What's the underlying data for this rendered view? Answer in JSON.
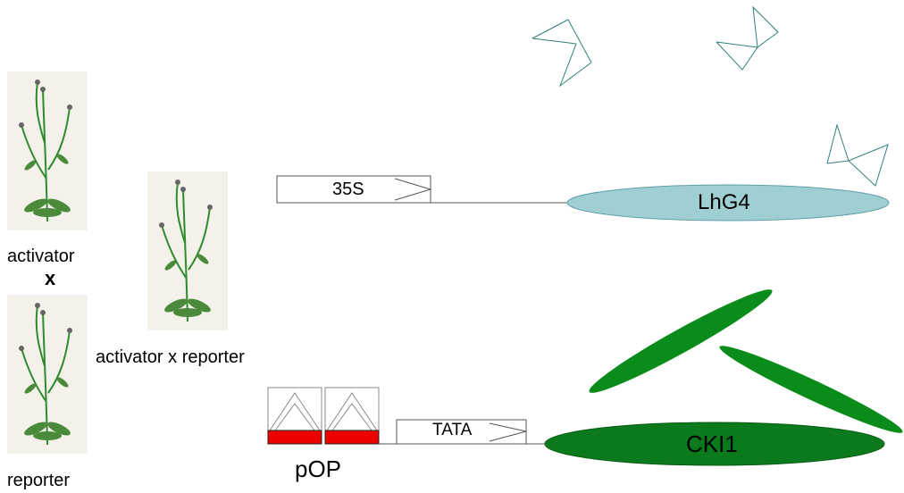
{
  "labels": {
    "activator": "activator",
    "cross": "x",
    "reporter": "reporter",
    "progeny": "activator x reporter"
  },
  "constructs": {
    "promoter_35s": "35S",
    "lhg4": "LhG4",
    "tata": "TATA",
    "cki1": "CKI1",
    "pop": "pOP"
  },
  "colors": {
    "lhg4_fill": "#9fcfd3",
    "lhg4_stroke": "#5f9ea8",
    "cki1_fill": "#0a7a1c",
    "bright_green": "#0a8c1a",
    "operator_red": "#ee0000",
    "protein_outline": "#2f7f7a",
    "plant_stem": "#3a9a3a",
    "plant_bg": "#f4f0ea"
  }
}
